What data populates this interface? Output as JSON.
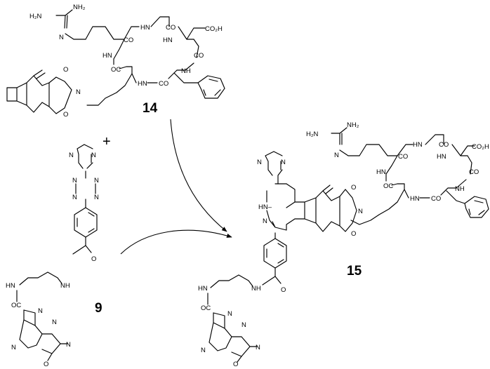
{
  "compounds": {
    "c14": {
      "number": "14"
    },
    "c9": {
      "number": "9"
    },
    "c15": {
      "number": "15"
    }
  },
  "plus_sign": "+",
  "atoms": {
    "nh2": "NH₂",
    "h2n": "H₂N",
    "hn": "HN",
    "nh": "NH",
    "oc": "OC",
    "co": "CO",
    "co2h": "CO₂H",
    "o": "O",
    "n": "N",
    "hn_dash": "HN–"
  }
}
